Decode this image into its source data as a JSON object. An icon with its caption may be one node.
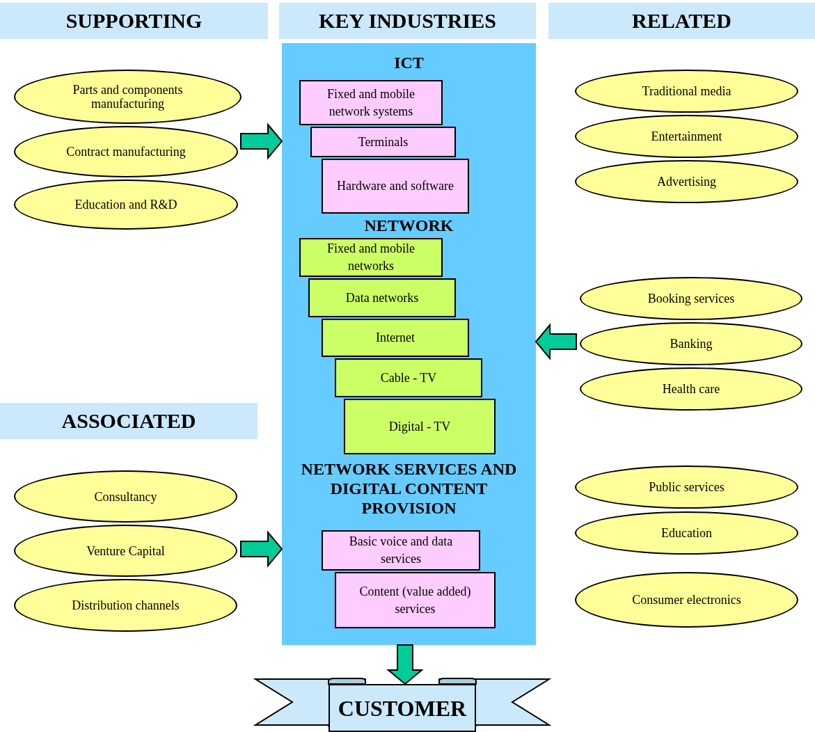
{
  "diagram": {
    "nodes": [
      {
        "text": [
          "SUPPORTING"
        ]
      },
      {
        "text": [
          "KEY INDUSTRIES"
        ]
      },
      {
        "text": [
          "RELATED"
        ]
      },
      {
        "text": [
          "ASSOCIATED"
        ]
      },
      {
        "text": [
          "ICT",
          "NETWORK",
          "NETWORK SERVICES AND DIGITAL CONTENT PROVISION"
        ]
      },
      {
        "text": [
          "Fixed and mobile network systems"
        ],
        "in": 4
      },
      {
        "text": [
          "Terminals"
        ],
        "in": 4
      },
      {
        "text": [
          "Hardware and software"
        ],
        "in": 4
      },
      {
        "text": [
          "Fixed and mobile networks"
        ],
        "in": 4
      },
      {
        "text": [
          "Data networks"
        ],
        "in": 4
      },
      {
        "text": [
          "Internet"
        ],
        "in": 4
      },
      {
        "text": [
          "Cable - TV"
        ],
        "in": 4
      },
      {
        "text": [
          "Digital - TV"
        ],
        "in": 4
      },
      {
        "text": [
          "Basic voice and data services"
        ],
        "in": 4
      },
      {
        "text": [
          "Content (value added) services"
        ],
        "in": 4
      },
      {
        "text": [
          "Parts and components manufacturing"
        ]
      },
      {
        "text": [
          "Contract manufacturing"
        ]
      },
      {
        "text": [
          "Education and R&D"
        ]
      },
      {
        "text": [
          "Traditional media"
        ]
      },
      {
        "text": [
          "Entertainment"
        ]
      },
      {
        "text": [
          "Advertising"
        ]
      },
      {
        "text": [
          "Booking services"
        ]
      },
      {
        "text": [
          "Banking"
        ]
      },
      {
        "text": [
          "Health care"
        ]
      },
      {
        "text": [
          "Consultancy"
        ]
      },
      {
        "text": [
          "Venture Capital"
        ]
      },
      {
        "text": [
          "Distribution channels"
        ]
      },
      {
        "text": [
          "Public services"
        ]
      },
      {
        "text": [
          "Education"
        ]
      },
      {
        "text": [
          "Consumer electronics"
        ]
      },
      {
        "text": [
          "CUSTOMER"
        ]
      }
    ],
    "edges": [
      {
        "from": null,
        "to": 4,
        "arrow": "to"
      },
      {
        "from": null,
        "to": 4,
        "arrow": "to"
      },
      {
        "from": null,
        "to": 4,
        "arrow": "to"
      },
      {
        "from": 4,
        "to": 30,
        "arrow": "to"
      }
    ]
  }
}
